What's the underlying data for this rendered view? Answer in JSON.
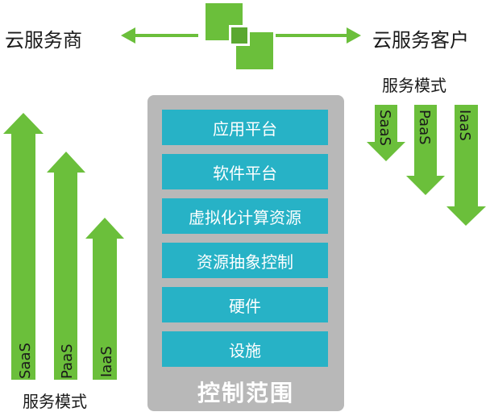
{
  "top": {
    "provider_label": "云服务商",
    "customer_label": "云服务客户"
  },
  "left_models": {
    "title": "服务模式",
    "items": [
      {
        "label": "SaaS"
      },
      {
        "label": "PaaS"
      },
      {
        "label": "IaaS"
      }
    ]
  },
  "right_models": {
    "title": "服务模式",
    "items": [
      {
        "label": "SaaS"
      },
      {
        "label": "PaaS"
      },
      {
        "label": "IaaS"
      }
    ]
  },
  "stack": {
    "layers": [
      {
        "label": "应用平台"
      },
      {
        "label": "软件平台"
      },
      {
        "label": "虚拟化计算资源"
      },
      {
        "label": "资源抽象控制"
      },
      {
        "label": "硬件"
      },
      {
        "label": "设施"
      }
    ],
    "title": "控制范围"
  },
  "colors": {
    "arrow_green": "#6bbf3b",
    "layer_teal": "#27b2c6",
    "stack_gray": "#b8b8b8",
    "logo_green": "#6bbf3b"
  }
}
